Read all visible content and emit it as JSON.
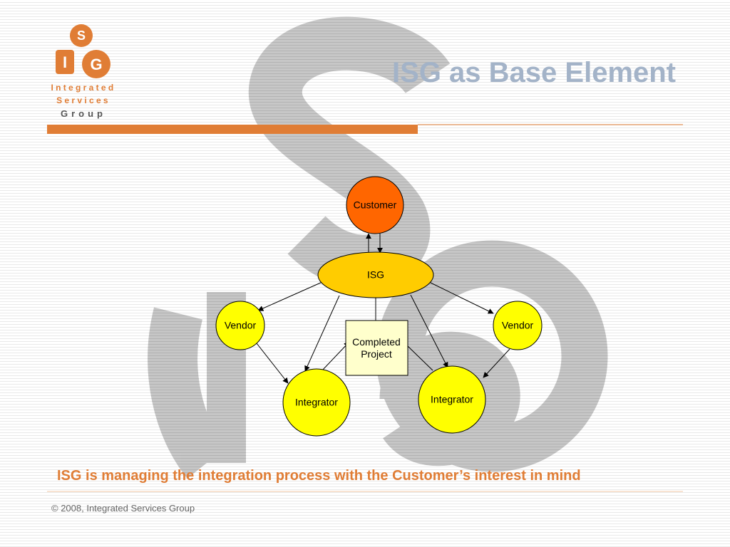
{
  "logo": {
    "monogram_s": "S",
    "monogram_i": "I",
    "monogram_g": "G",
    "line1": "Integrated",
    "line2": "Services",
    "line3": "Group"
  },
  "title": "ISG as Base Element",
  "colors": {
    "accent_orange": "#e07d35",
    "title_blue": "#a3b3c8",
    "watermark_gray": "#b9b9b9",
    "customer_fill": "#ff6600",
    "isg_fill": "#ffcc00",
    "node_yellow": "#ffff00",
    "project_fill": "#ffffcc"
  },
  "diagram": {
    "nodes": {
      "customer": "Customer",
      "isg": "ISG",
      "vendor_left": "Vendor",
      "vendor_right": "Vendor",
      "integrator_left": "Integrator",
      "integrator_right": "Integrator",
      "completed_project": "Completed Project"
    },
    "edges": [
      {
        "from": "customer",
        "to": "isg"
      },
      {
        "from": "isg",
        "to": "customer"
      },
      {
        "from": "isg",
        "to": "vendor_left"
      },
      {
        "from": "isg",
        "to": "vendor_right"
      },
      {
        "from": "isg",
        "to": "integrator_left"
      },
      {
        "from": "isg",
        "to": "integrator_right"
      },
      {
        "from": "vendor_left",
        "to": "integrator_left"
      },
      {
        "from": "vendor_right",
        "to": "integrator_right"
      },
      {
        "from": "integrator_left",
        "to": "completed_project"
      },
      {
        "from": "integrator_right",
        "to": "completed_project"
      },
      {
        "from": "isg",
        "to": "completed_project"
      }
    ]
  },
  "caption": "ISG is managing the integration process with the Customer’s interest in mind",
  "footer": "© 2008, Integrated Services Group"
}
